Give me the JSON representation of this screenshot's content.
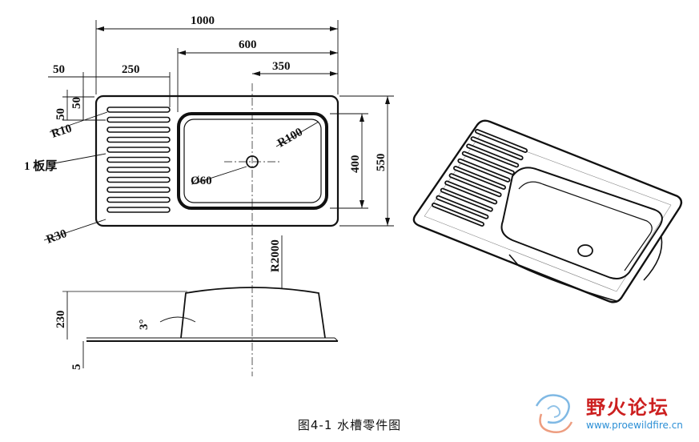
{
  "figure": {
    "caption": "图4-1    水槽零件图",
    "dimensions": {
      "overall_length": "1000",
      "basin_offset": "600",
      "basin_center": "350",
      "left_margin": "50",
      "drain_area_width": "250",
      "top_margin_a": "50",
      "top_margin_b": "50",
      "corner_radius_small": "R10",
      "sheet_thickness": "1 板厚",
      "basin_corner_radius": "R100",
      "drain_hole": "Ø60",
      "basin_width": "400",
      "overall_width": "550",
      "outer_corner_radius": "R30",
      "top_arc_radius": "R2000",
      "height": "230",
      "draft_angle": "3°",
      "flange_height": "5"
    }
  },
  "watermark": {
    "title": "野火论坛",
    "url": "www.proewildfire.cn",
    "colors": {
      "title": "#cc1f1f",
      "url": "#2b8fd6",
      "logo": "#4a9bd8"
    }
  }
}
